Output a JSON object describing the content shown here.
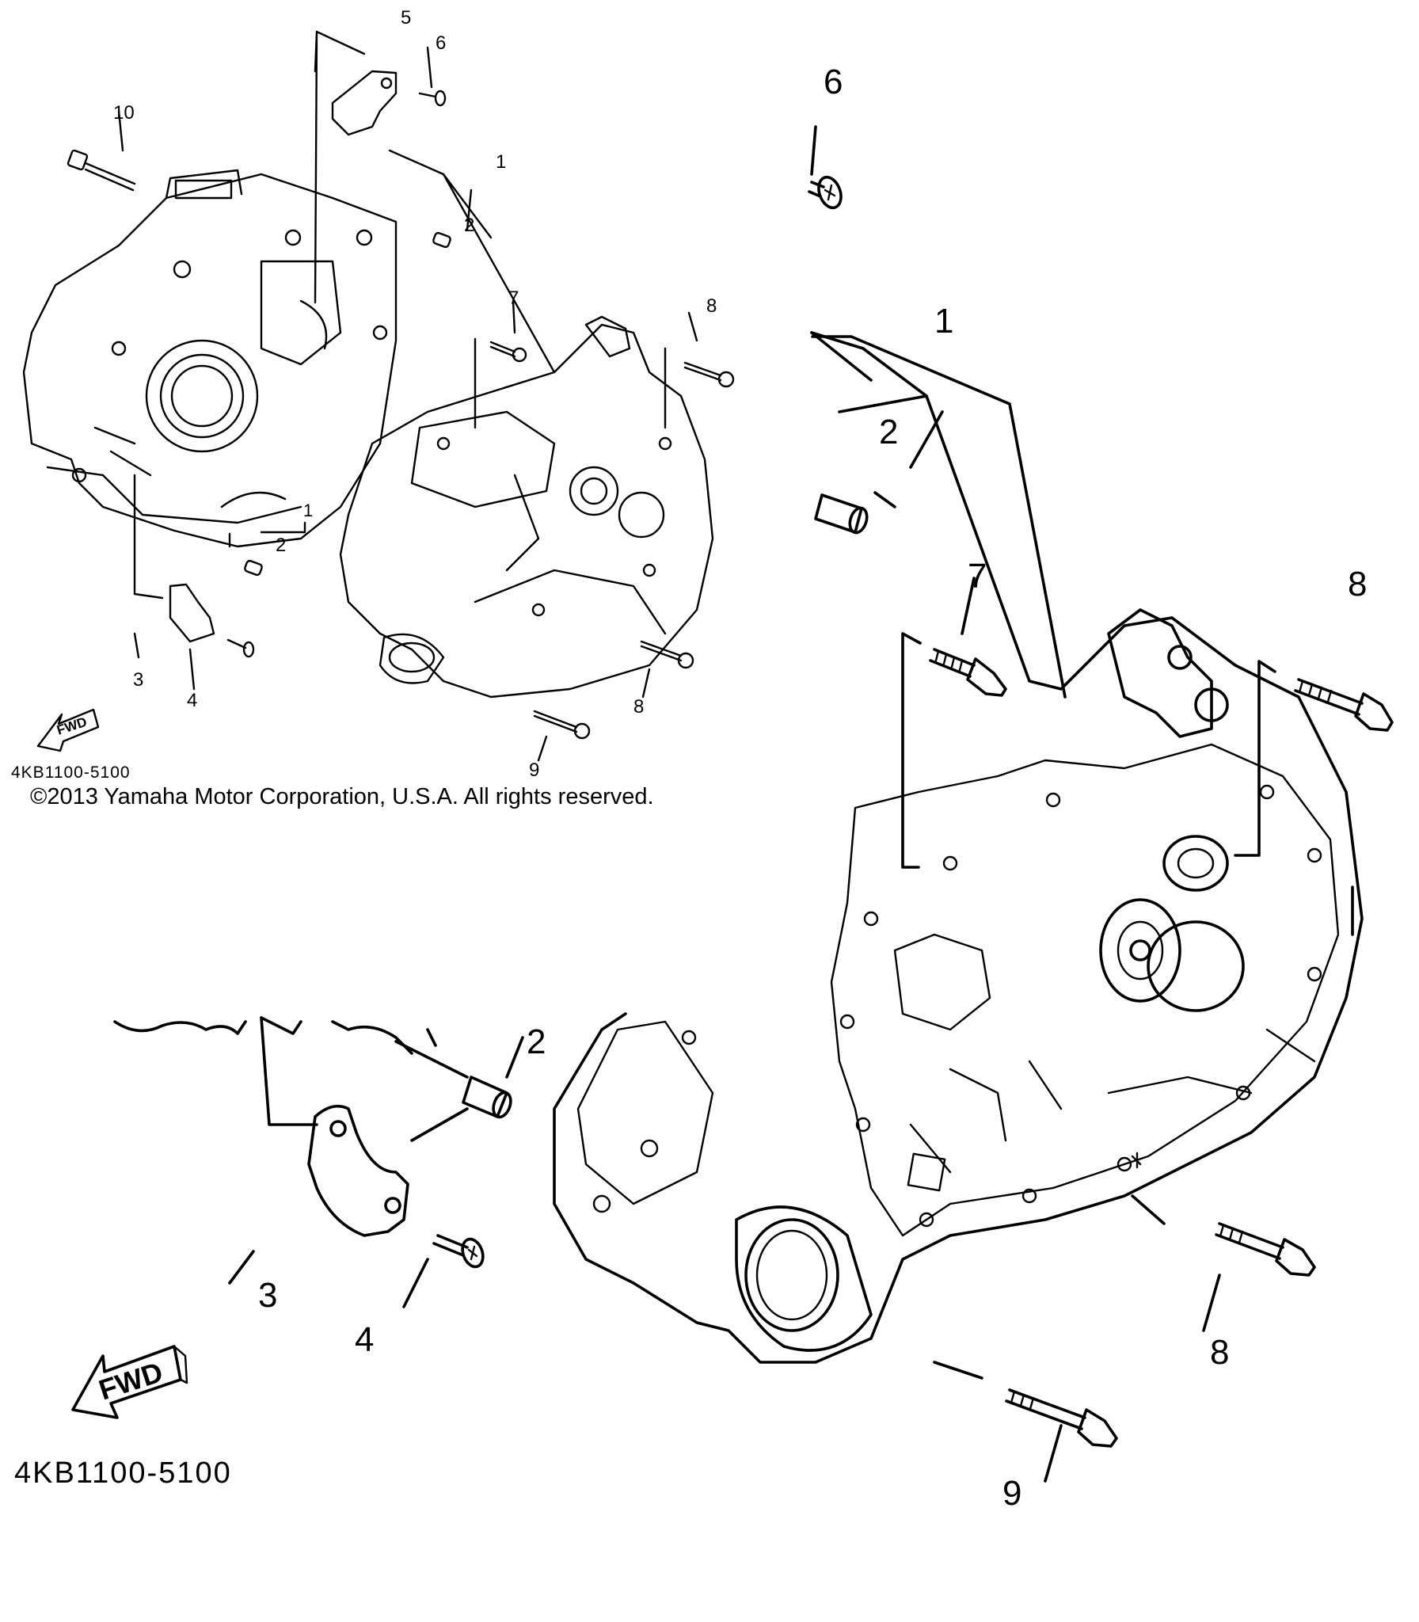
{
  "diagram": {
    "part_numbers": [
      "1",
      "2",
      "3",
      "4",
      "5",
      "6",
      "7",
      "8",
      "9",
      "10"
    ],
    "code": "4KB1100-5100",
    "fwd_label": "FWD",
    "copyright": "©2013 Yamaha Motor Corporation, U.S.A. All rights reserved."
  }
}
